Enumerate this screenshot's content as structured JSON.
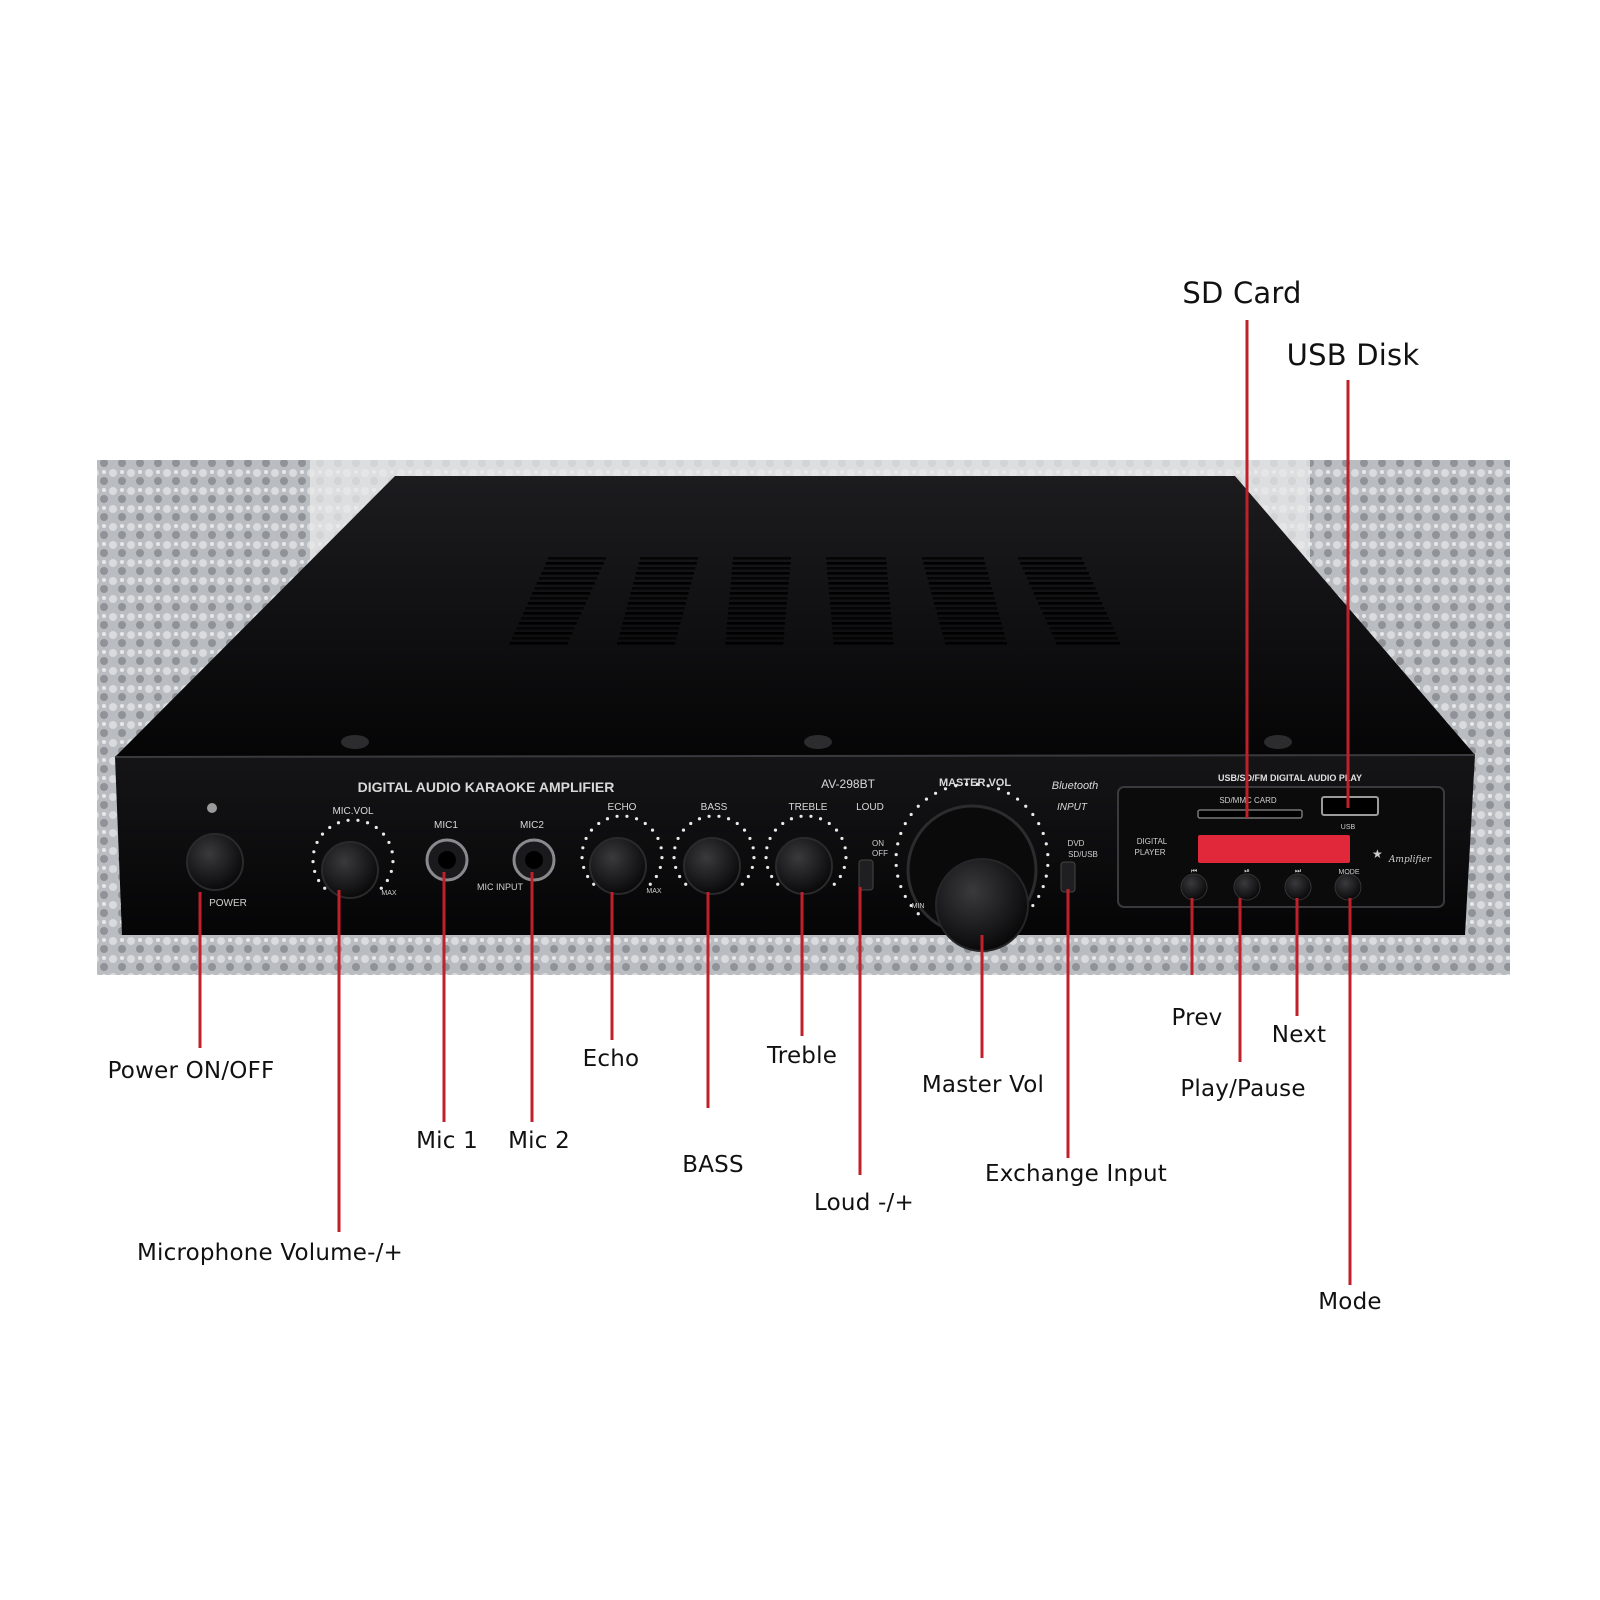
{
  "device": {
    "title": "DIGITAL AUDIO KARAOKE AMPLIFIER",
    "model": "AV-298BT",
    "bluetooth": "Bluetooth",
    "power_label": "POWER",
    "mic_vol_label": "MIC.VOL",
    "max_label": "MAX",
    "min_label": "MIN",
    "mic1_label": "MIC1",
    "mic2_label": "MIC2",
    "mic_input_label": "MIC INPUT",
    "echo_label": "ECHO",
    "bass_label": "BASS",
    "treble_label": "TREBLE",
    "loud_label": "LOUD",
    "on_label": "ON",
    "off_label": "OFF",
    "master_vol_label": "MASTER VOL",
    "input_label": "INPUT",
    "dvd_label": "DVD",
    "sd_usb_label": "SD/USB",
    "player_header": "USB/SD/FM DIGITAL AUDIO PLAY",
    "sd_slot_label": "SD/MMC CARD",
    "usb_label": "USB",
    "digital_player": [
      "DIGITAL",
      "PLAYER"
    ],
    "amplifier_script": "Amplifier",
    "mode_label": "MODE",
    "display_color": "#e0283a",
    "body_color": "#0d0d0f",
    "line_color": "#c0202a"
  },
  "callouts": {
    "sd_card": "SD Card",
    "usb_disk": "USB Disk",
    "power": "Power ON/OFF",
    "mic_volume": "Microphone Volume-/+",
    "mic1": "Mic 1",
    "mic2": "Mic 2",
    "echo": "Echo",
    "bass": "BASS",
    "treble": "Treble",
    "loud": "Loud -/+",
    "master_vol": "Master Vol",
    "exchange_input": "Exchange Input",
    "prev": "Prev",
    "play_pause": "Play/Pause",
    "next": "Next",
    "mode": "Mode"
  }
}
